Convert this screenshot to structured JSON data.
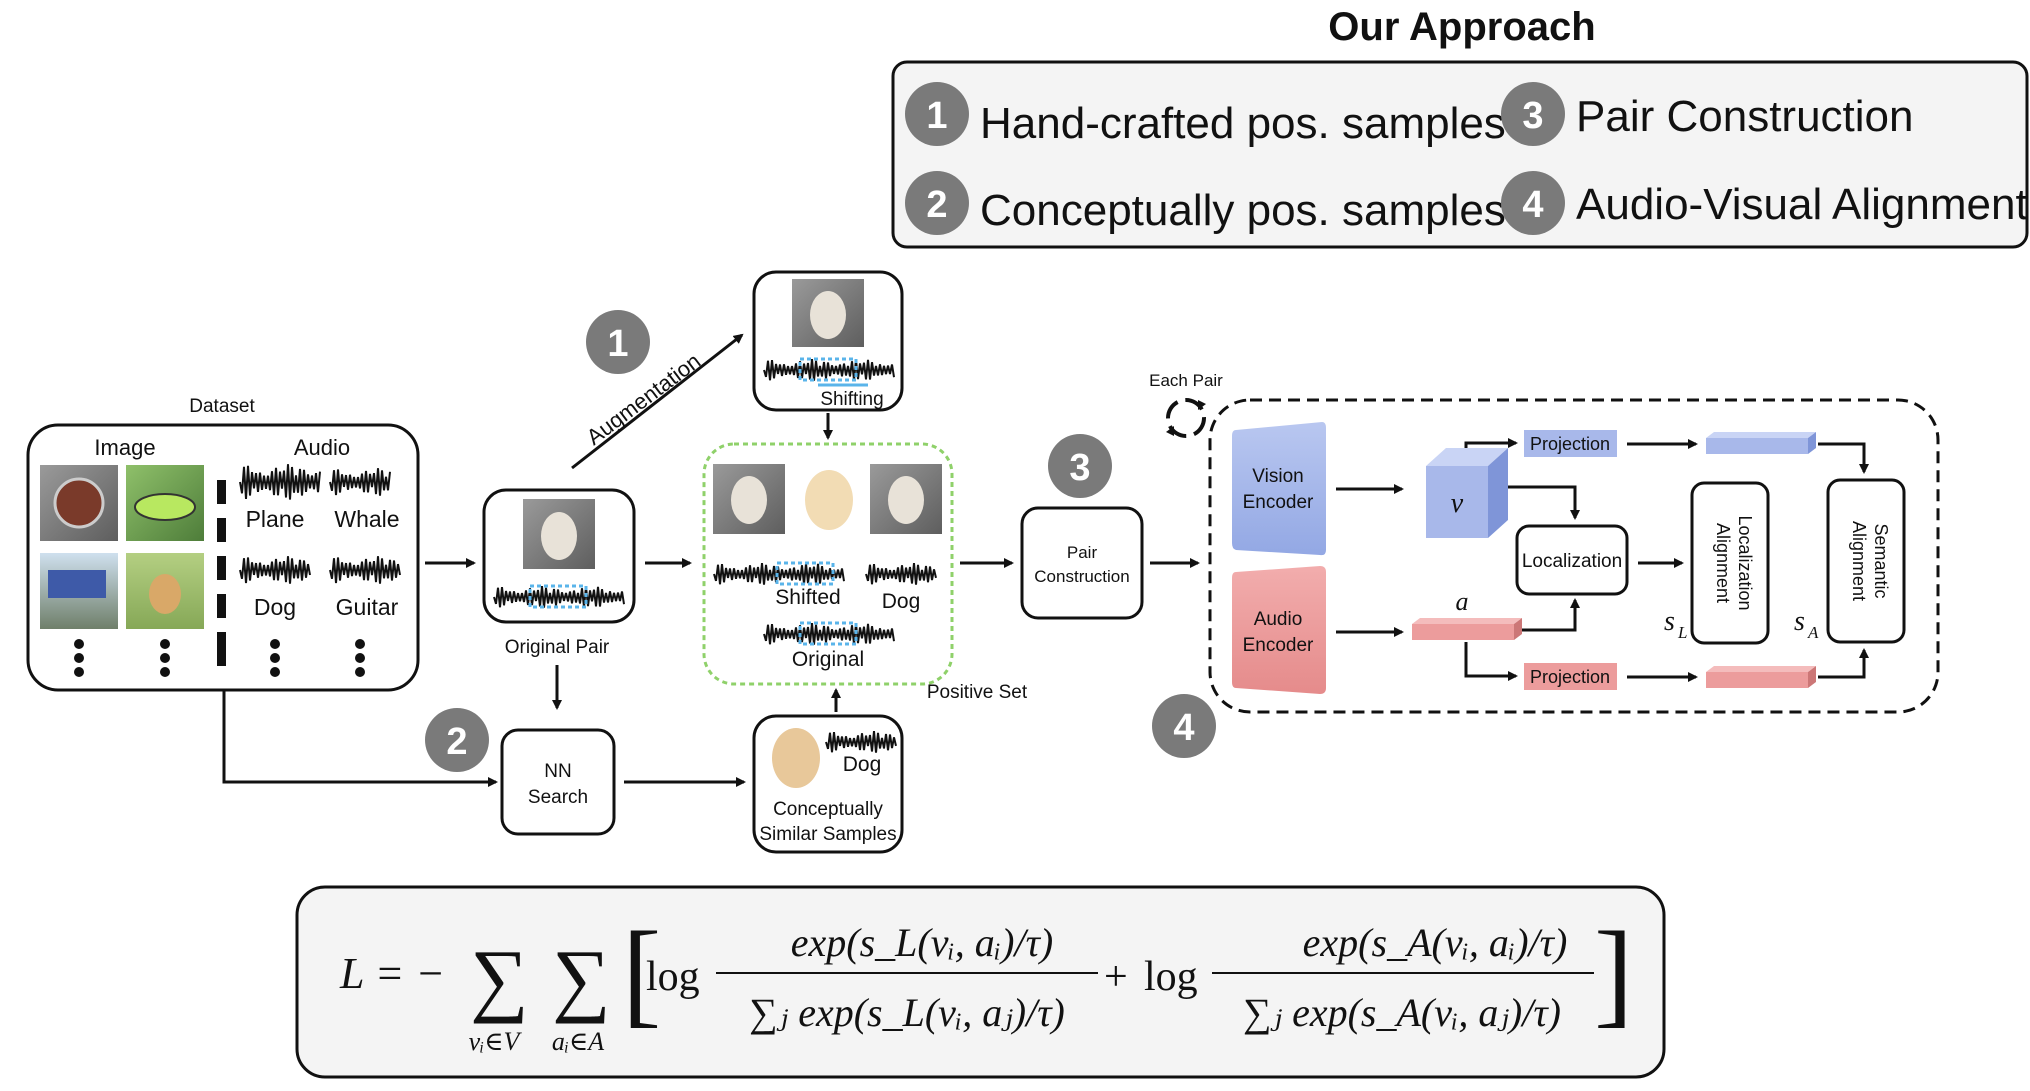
{
  "approach": {
    "title": "Our Approach",
    "steps": [
      {
        "num": "1",
        "label": "Hand-crafted pos. samples"
      },
      {
        "num": "2",
        "label": "Conceptually pos. samples"
      },
      {
        "num": "3",
        "label": "Pair Construction"
      },
      {
        "num": "4",
        "label": "Audio-Visual Alignment"
      }
    ]
  },
  "dataset": {
    "caption": "Dataset",
    "image_header": "Image",
    "audio_header": "Audio",
    "audio_labels": [
      "Plane",
      "Whale",
      "Dog",
      "Guitar"
    ]
  },
  "pipeline": {
    "original_pair": "Original Pair",
    "augmentation": "Augmentation",
    "shifting": "Shifting",
    "nn_search": [
      "NN",
      "Search"
    ],
    "similar_dog": "Dog",
    "similar_caption": [
      "Conceptually",
      "Similar Samples"
    ],
    "positive_shifted": "Shifted",
    "positive_dog": "Dog",
    "positive_original": "Original",
    "positive_set": "Positive Set",
    "pair_construction": [
      "Pair",
      "Construction"
    ],
    "each_pair": "Each Pair"
  },
  "alignment": {
    "vision_encoder": [
      "Vision",
      "Encoder"
    ],
    "audio_encoder": [
      "Audio",
      "Encoder"
    ],
    "v_symbol": "v",
    "a_symbol": "a",
    "projection_top": "Projection",
    "projection_bottom": "Projection",
    "localization": "Localization",
    "localization_alignment": [
      "Localization",
      "Alignment"
    ],
    "semantic_alignment": [
      "Semantic",
      "Alignment"
    ],
    "s_L": "s",
    "s_L_sub": "L",
    "s_A": "s",
    "s_A_sub": "A"
  },
  "loss": {
    "lhs": "L = −",
    "sum1_sub": "vᵢ∈V",
    "sum2_sub": "aᵢ∈A",
    "log": "log",
    "plus": "+",
    "num1": "exp(s_L(vᵢ, aᵢ)/τ)",
    "den1": "∑ⱼ exp(s_L(vᵢ, aⱼ)/τ)",
    "num2": "exp(s_A(vᵢ, aᵢ)/τ)",
    "den2": "∑ⱼ exp(s_A(vᵢ, aⱼ)/τ)"
  },
  "colors": {
    "vision": "#a8b8ea",
    "audio": "#ec9c9c",
    "badge": "#7a7a7a",
    "positive_border": "#8fd16a",
    "highlight": "#5ab4ea"
  }
}
